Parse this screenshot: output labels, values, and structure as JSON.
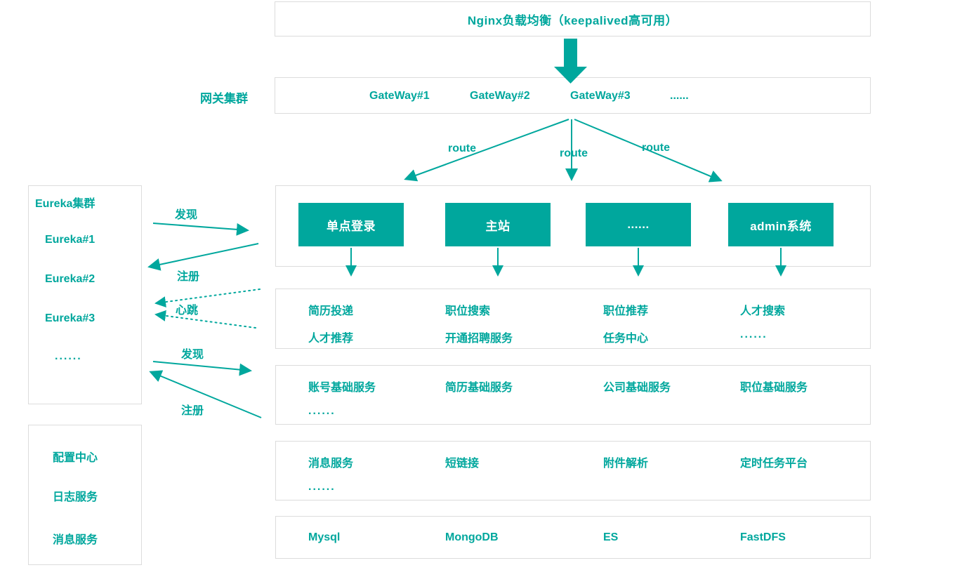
{
  "diagram": {
    "title_top": "Nginx负载均衡（keepalived高可用）",
    "gateway_cluster_label": "网关集群",
    "gateways": [
      "GateWay#1",
      "GateWay#2",
      "GateWay#3",
      "......"
    ],
    "eureka": {
      "title": "Eureka集群",
      "nodes": [
        "Eureka#1",
        "Eureka#2",
        "Eureka#3",
        "......"
      ]
    },
    "infra": [
      "配置中心",
      "日志服务",
      "消息服务"
    ],
    "apps": [
      "单点登录",
      "主站",
      "......",
      "admin系统"
    ],
    "arrow_labels": {
      "route": [
        "route",
        "route",
        "route"
      ],
      "discover_top": "发现",
      "register_top": "注册",
      "heartbeat": "心跳",
      "discover_bottom": "发现",
      "register_bottom": "注册"
    },
    "rows": [
      {
        "name": "business-services",
        "columns": [
          [
            "简历投递",
            "人才推荐"
          ],
          [
            "职位搜索",
            "开通招聘服务"
          ],
          [
            "职位推荐",
            "任务中心"
          ],
          [
            "人才搜索",
            "......"
          ]
        ]
      },
      {
        "name": "base-services",
        "columns": [
          [
            "账号基础服务",
            "......"
          ],
          [
            "简历基础服务",
            ""
          ],
          [
            "公司基础服务",
            ""
          ],
          [
            "职位基础服务",
            ""
          ]
        ]
      },
      {
        "name": "common-services",
        "columns": [
          [
            "消息服务",
            "......"
          ],
          [
            "短链接",
            ""
          ],
          [
            "附件解析",
            ""
          ],
          [
            "定时任务平台",
            ""
          ]
        ]
      },
      {
        "name": "storage",
        "columns": [
          [
            "Mysql",
            ""
          ],
          [
            "MongoDB",
            ""
          ],
          [
            "ES",
            ""
          ],
          [
            "FastDFS",
            ""
          ]
        ]
      }
    ],
    "colors": {
      "accent": "#00a79d",
      "border": "#dcdcdc",
      "background": "#ffffff"
    }
  }
}
